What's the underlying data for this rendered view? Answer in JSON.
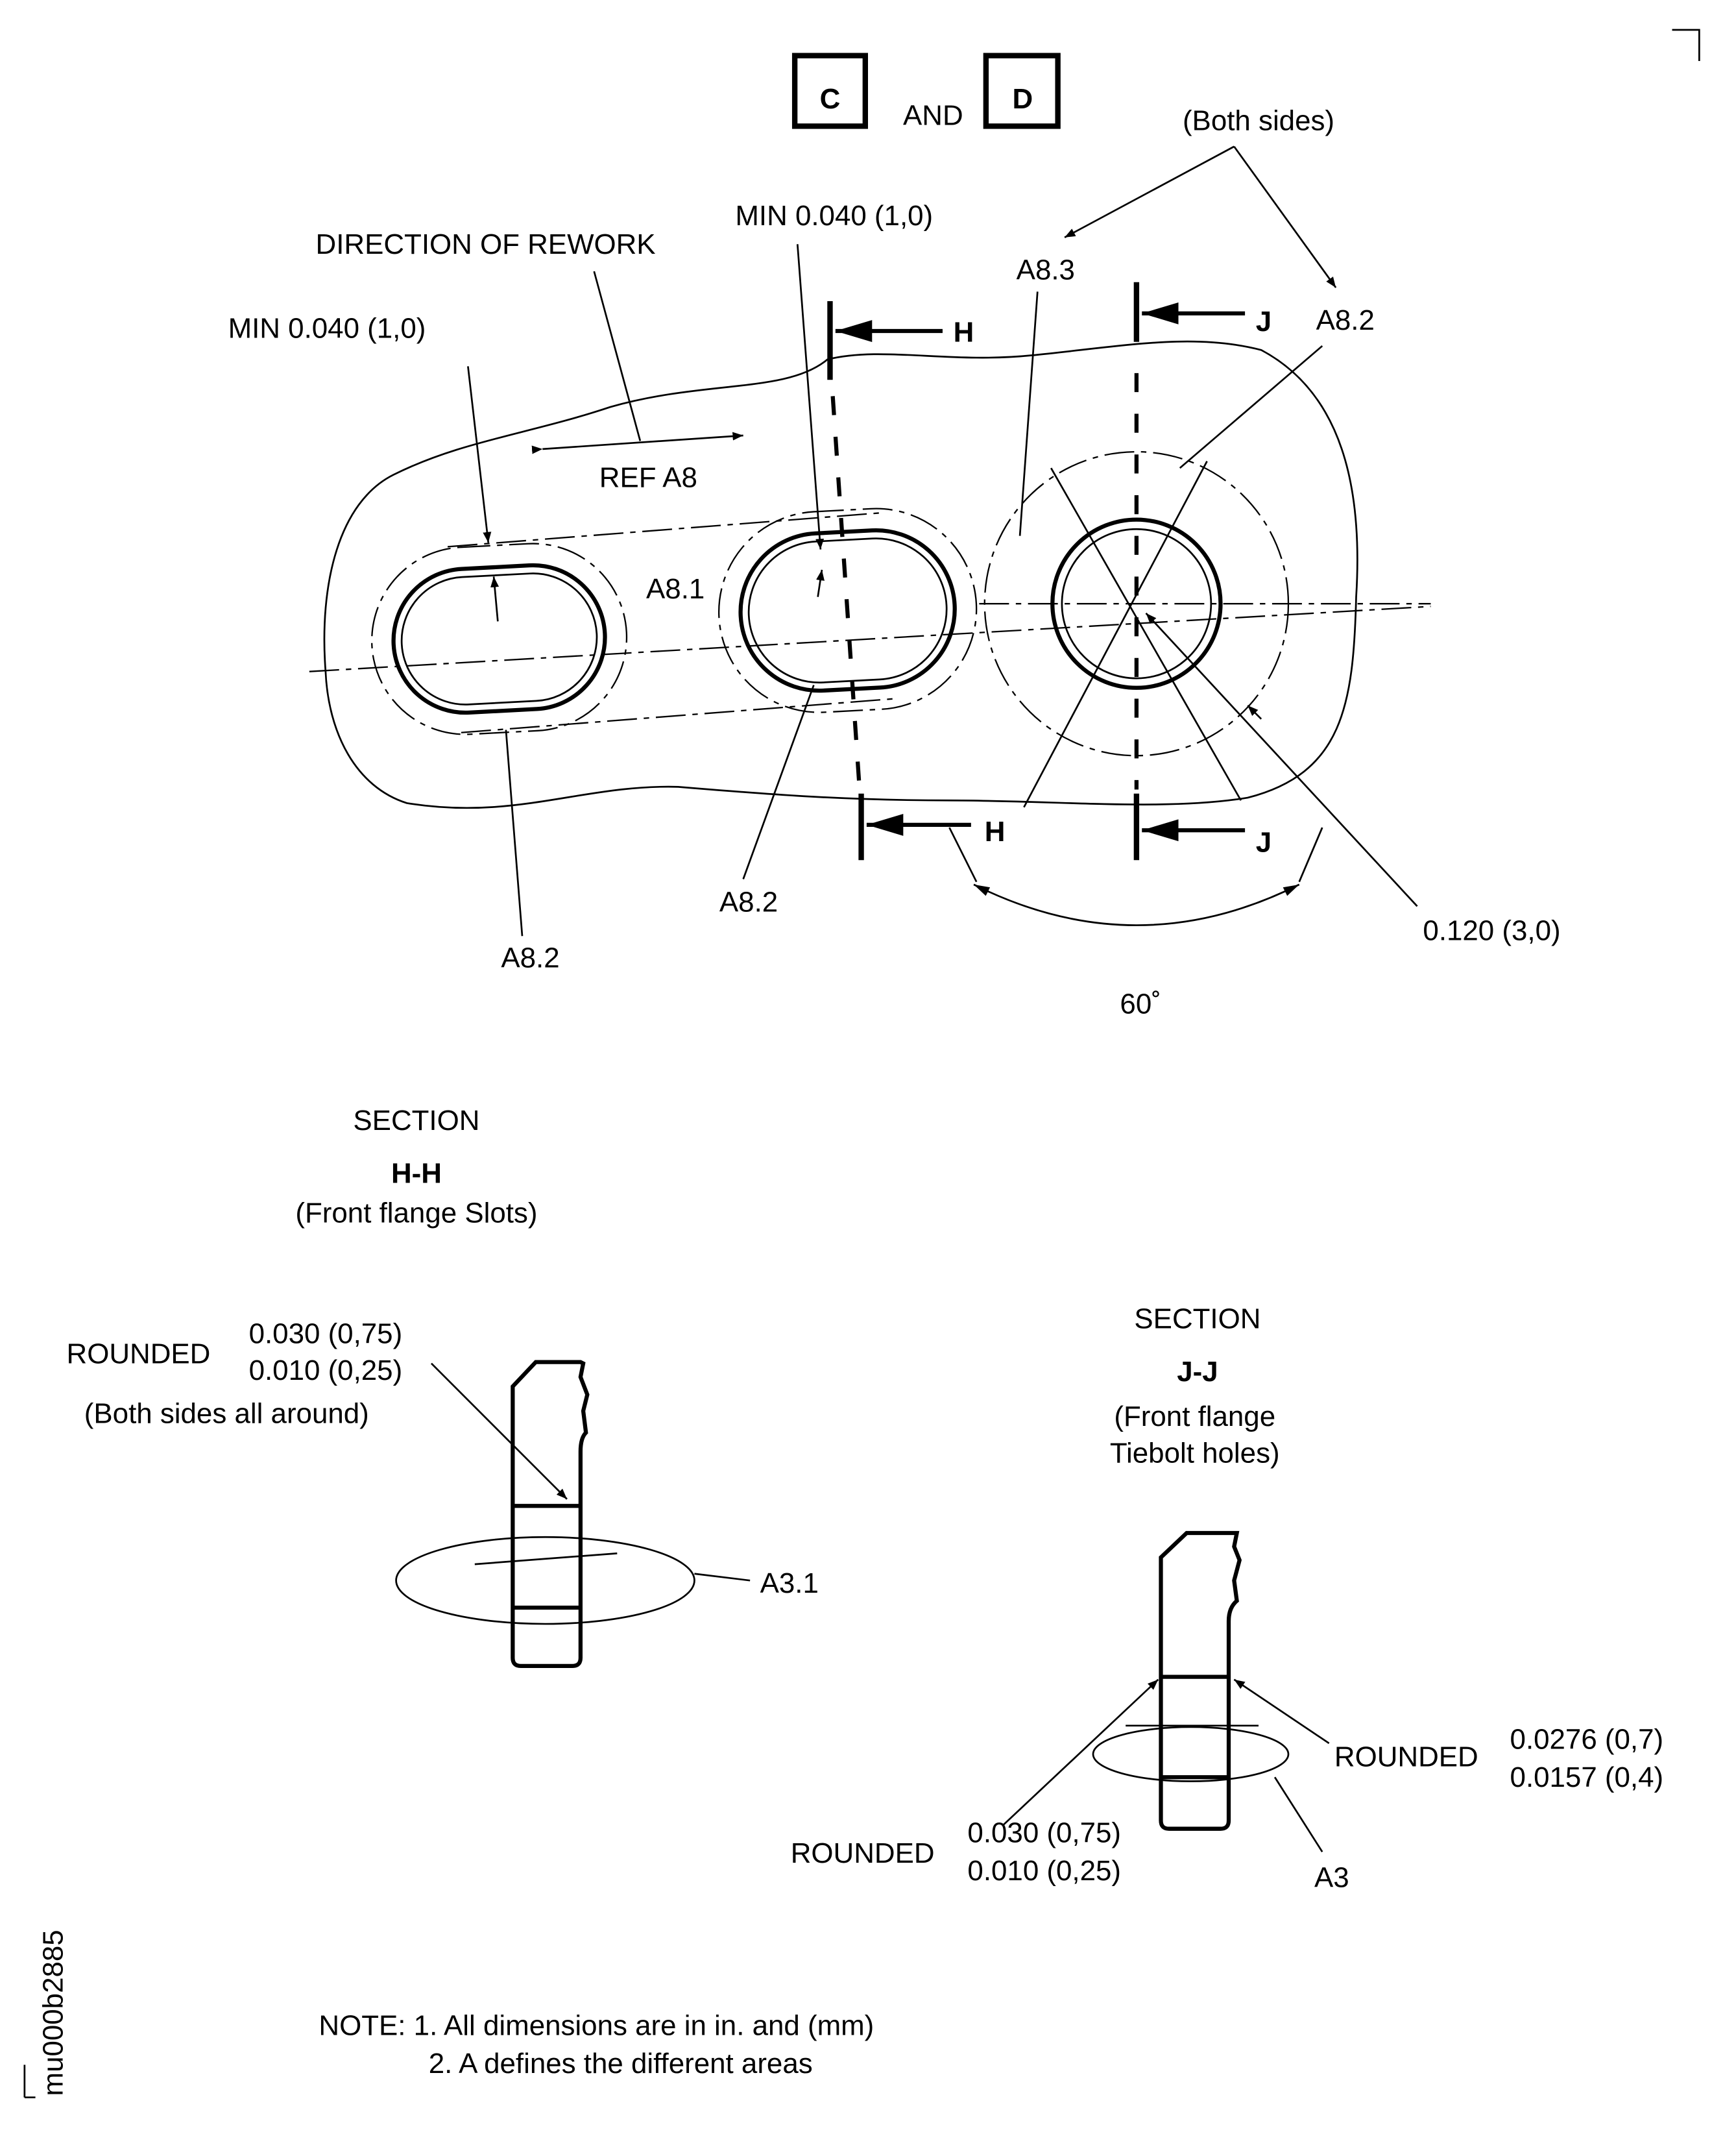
{
  "header": {
    "view_c": "C",
    "and": "AND",
    "view_d": "D"
  },
  "view": {
    "both_sides": "(Both sides)",
    "a8_3": "A8.3",
    "a8_2_top": "A8.2",
    "min_mid": "MIN 0.040 (1,0)",
    "direction": "DIRECTION OF REWORK",
    "min_left": "MIN 0.040 (1,0)",
    "ref_a8": "REF A8",
    "a8_1": "A8.1",
    "a8_2_mid": "A8.2",
    "a8_2_left": "A8.2",
    "radius": "0.120 (3,0)",
    "angle": "60˚",
    "section_h": "H",
    "section_j": "J"
  },
  "section_hh": {
    "label": "SECTION",
    "name": "H-H",
    "desc": "(Front flange Slots)",
    "rounded": "ROUNDED",
    "upper": "0.030 (0,75)",
    "lower": "0.010 (0,25)",
    "note": "(Both sides all around)",
    "area": "A3.1"
  },
  "section_jj": {
    "label": "SECTION",
    "name": "J-J",
    "desc1": "(Front flange",
    "desc2": "Tiebolt holes)",
    "rounded_r": "ROUNDED",
    "r_upper": "0.0276 (0,7)",
    "r_lower": "0.0157 (0,4)",
    "rounded_l": "ROUNDED",
    "l_upper": "0.030 (0,75)",
    "l_lower": "0.010 (0,25)",
    "area": "A3"
  },
  "notes": {
    "line1": "NOTE: 1. All dimensions are in in. and (mm)",
    "line2": "2. A defines the different areas"
  },
  "figure_id": "mu000b2885"
}
